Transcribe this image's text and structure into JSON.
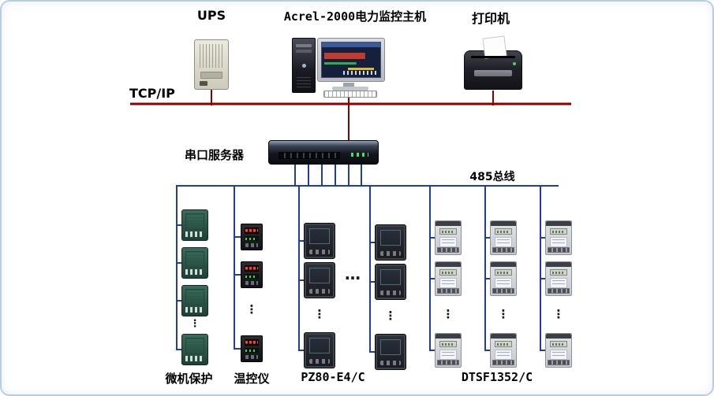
{
  "top": {
    "ups_label": "UPS",
    "host_label": "Acrel-2000电力监控主机",
    "printer_label": "打印机"
  },
  "network": {
    "tcpip_label": "TCP/IP",
    "serial_server_label": "串口服务器",
    "rs485_label": "485总线"
  },
  "columns": {
    "protection_label": "微机保护",
    "temp_label": "温控仪",
    "pz80_label": "PZ80-E4/C",
    "dtsf_label": "DTSF1352/C"
  },
  "glyphs": {
    "v_dots": "⋮",
    "h_dots": "…"
  },
  "colors": {
    "tcp_bus": "#8e0000",
    "rs485_bus": "#203e9e",
    "card_border": "#b9cedd"
  }
}
